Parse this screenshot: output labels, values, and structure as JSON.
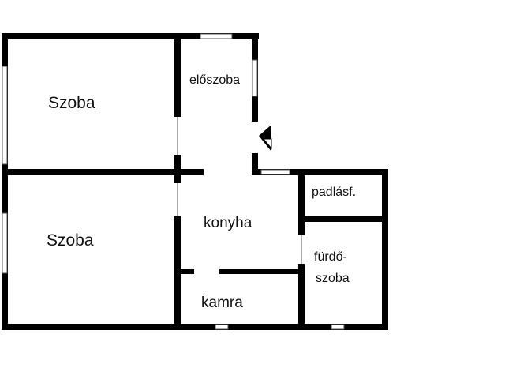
{
  "floorplan": {
    "rooms": {
      "szoba_top": "Szoba",
      "szoba_bottom": "Szoba",
      "eloszoba": "előszoba",
      "konyha": "konyha",
      "padlasf": "padlásf.",
      "furdo_line1": "fürdő-",
      "furdo_line2": "szoba",
      "kamra": "kamra"
    }
  }
}
